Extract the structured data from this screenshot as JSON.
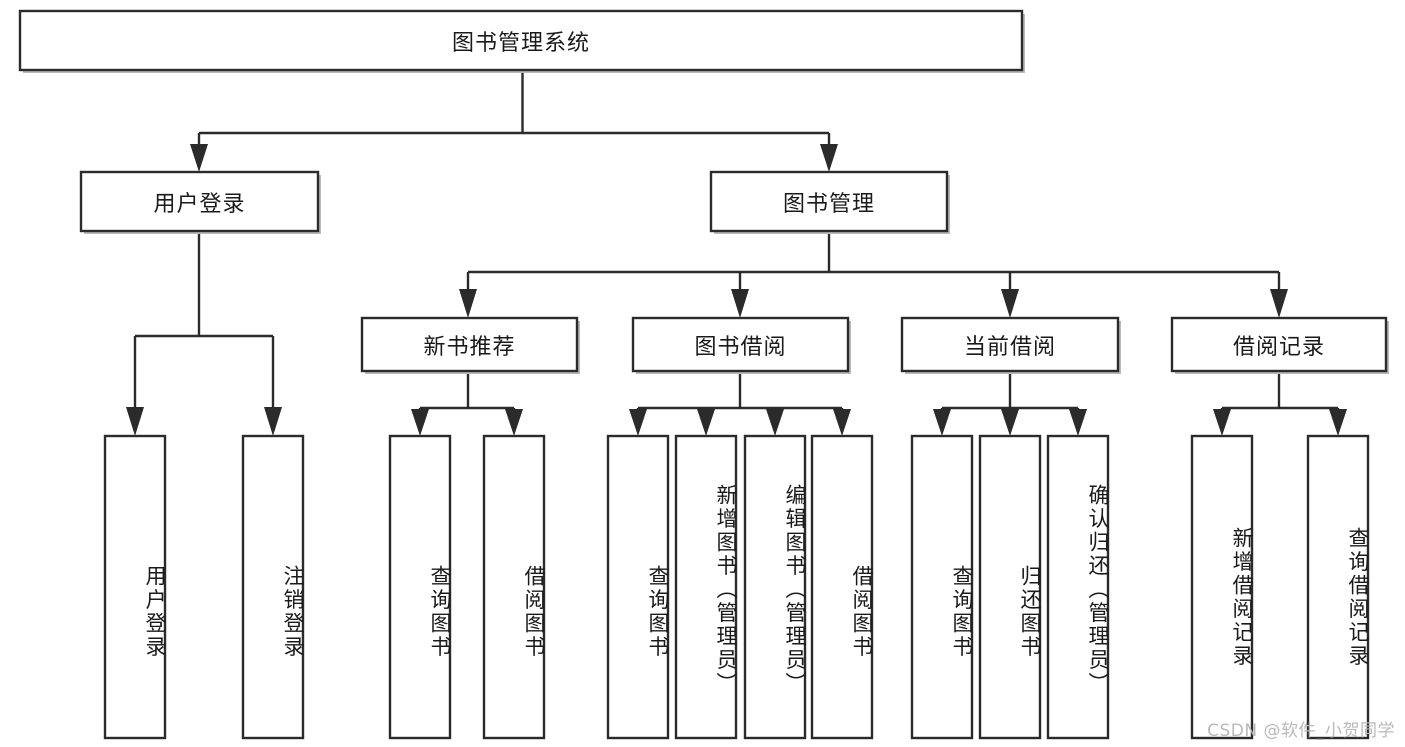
{
  "diagram": {
    "title": "图书管理系统",
    "type": "tree-hierarchy-chart",
    "watermark": "CSDN @软件_小贺同学",
    "colors": {
      "box_fill": "#ffffff",
      "box_stroke": "#2b2b2b",
      "connector": "#2b2b2b",
      "text": "#1a1a1a",
      "watermark": "#b9b9b9",
      "background": "#ffffff"
    },
    "root": {
      "id": "root",
      "label": "图书管理系统",
      "orientation": "horizontal"
    },
    "level2": [
      {
        "id": "user-login",
        "label": "用户登录",
        "orientation": "horizontal"
      },
      {
        "id": "book-manage",
        "label": "图书管理",
        "orientation": "horizontal"
      }
    ],
    "level3": [
      {
        "id": "new-book-recommend",
        "label": "新书推荐",
        "orientation": "horizontal",
        "parent": "book-manage"
      },
      {
        "id": "book-borrow",
        "label": "图书借阅",
        "orientation": "horizontal",
        "parent": "book-manage"
      },
      {
        "id": "current-borrow",
        "label": "当前借阅",
        "orientation": "horizontal",
        "parent": "book-manage"
      },
      {
        "id": "borrow-record",
        "label": "借阅记录",
        "orientation": "horizontal",
        "parent": "book-manage"
      }
    ],
    "leaves": [
      {
        "id": "leaf-user-login",
        "label": "用户登录",
        "orientation": "vertical",
        "parent": "user-login"
      },
      {
        "id": "leaf-user-logout",
        "label": "注销登录",
        "orientation": "vertical",
        "parent": "user-login"
      },
      {
        "id": "leaf-query-book-1",
        "label": "查询图书",
        "orientation": "vertical",
        "parent": "new-book-recommend"
      },
      {
        "id": "leaf-borrow-book-1",
        "label": "借阅图书",
        "orientation": "vertical",
        "parent": "new-book-recommend"
      },
      {
        "id": "leaf-query-book-2",
        "label": "查询图书",
        "orientation": "vertical",
        "parent": "book-borrow"
      },
      {
        "id": "leaf-add-book",
        "label": "新增图书（管理员）",
        "orientation": "vertical",
        "parent": "book-borrow"
      },
      {
        "id": "leaf-edit-book",
        "label": "编辑图书（管理员）",
        "orientation": "vertical",
        "parent": "book-borrow"
      },
      {
        "id": "leaf-borrow-book-2",
        "label": "借阅图书",
        "orientation": "vertical",
        "parent": "book-borrow"
      },
      {
        "id": "leaf-query-book-3",
        "label": "查询图书",
        "orientation": "vertical",
        "parent": "current-borrow"
      },
      {
        "id": "leaf-return-book",
        "label": "归还图书",
        "orientation": "vertical",
        "parent": "current-borrow"
      },
      {
        "id": "leaf-confirm-return",
        "label": "确认归还（管理员）",
        "orientation": "vertical",
        "parent": "current-borrow"
      },
      {
        "id": "leaf-add-record",
        "label": "新增借阅记录",
        "orientation": "vertical",
        "parent": "borrow-record"
      },
      {
        "id": "leaf-query-record",
        "label": "查询借阅记录",
        "orientation": "vertical",
        "parent": "borrow-record"
      }
    ]
  }
}
